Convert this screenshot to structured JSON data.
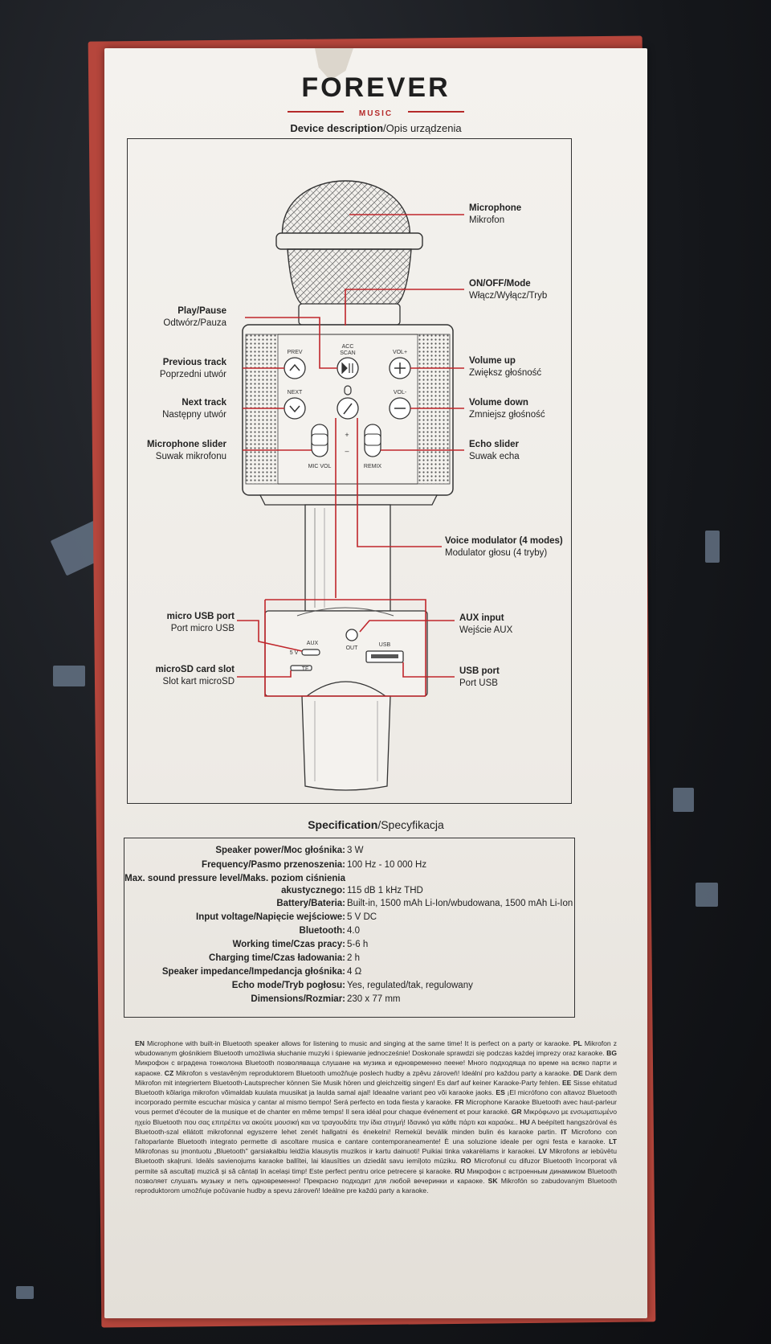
{
  "brand": {
    "name": "FOREVER",
    "sub": "MUSIC"
  },
  "device_section": {
    "title_en": "Device description",
    "title_pl": "Opis urządzenia"
  },
  "labels": {
    "microphone": {
      "en": "Microphone",
      "pl": "Mikrofon"
    },
    "onoff": {
      "en": "ON/OFF/Mode",
      "pl": "Włącz/Wyłącz/Tryb"
    },
    "play": {
      "en": "Play/Pause",
      "pl": "Odtwórz/Pauza"
    },
    "prev": {
      "en": "Previous track",
      "pl": "Poprzedni utwór"
    },
    "volup": {
      "en": "Volume up",
      "pl": "Zwiększ głośność"
    },
    "next": {
      "en": "Next track",
      "pl": "Następny utwór"
    },
    "voldown": {
      "en": "Volume down",
      "pl": "Zmniejsz głośność"
    },
    "micslider": {
      "en": "Microphone slider",
      "pl": "Suwak mikrofonu"
    },
    "echo": {
      "en": "Echo slider",
      "pl": "Suwak echa"
    },
    "voice": {
      "en": "Voice modulator (4 modes)",
      "pl": "Modulator głosu (4 tryby)"
    },
    "microusb": {
      "en": "micro USB port",
      "pl": "Port micro USB"
    },
    "aux": {
      "en": "AUX input",
      "pl": "Wejście AUX"
    },
    "microsd": {
      "en": "microSD card slot",
      "pl": "Slot kart microSD"
    },
    "usb": {
      "en": "USB port",
      "pl": "Port USB"
    }
  },
  "device_marks": {
    "prev": "PREV",
    "acc": "ACC",
    "scan": "SCAN",
    "volplus": "VOL+",
    "next": "NEXT",
    "volminus": "VOL-",
    "plus": "+",
    "minus": "–",
    "micvol": "MIC VOL",
    "remix": "REMIX",
    "aux": "AUX",
    "fivev": "5 V",
    "out": "OUT",
    "usb": "USB",
    "tf": "TF"
  },
  "spec_section": {
    "title_en": "Specification",
    "title_pl": "Specyfikacja"
  },
  "specs": [
    {
      "k": "Speaker power/Moc głośnika:",
      "v": "3 W"
    },
    {
      "k": "Frequency/Pasmo przenoszenia:",
      "v": "100 Hz - 10 000 Hz"
    },
    {
      "k": "Max. sound pressure level/Maks. poziom ciśnienia akustycznego:",
      "v": "115 dB 1 kHz THD"
    },
    {
      "k": "Battery/Bateria:",
      "v": "Built-in, 1500 mAh Li-Ion/wbudowana, 1500 mAh Li-Ion"
    },
    {
      "k": "Input voltage/Napięcie wejściowe:",
      "v": "5 V DC"
    },
    {
      "k": "Bluetooth:",
      "v": "4.0"
    },
    {
      "k": "Working time/Czas pracy:",
      "v": "5-6 h"
    },
    {
      "k": "Charging time/Czas ładowania:",
      "v": "2 h"
    },
    {
      "k": "Speaker impedance/Impedancja głośnika:",
      "v": "4 Ω"
    },
    {
      "k": "Echo mode/Tryb pogłosu:",
      "v": "Yes, regulated/tak, regulowany"
    },
    {
      "k": "Dimensions/Rozmiar:",
      "v": "230 x 77 mm"
    }
  ],
  "description": [
    {
      "lang": "EN",
      "text": "Microphone with built-in Bluetooth speaker allows for listening to music and singing at the same time! It is perfect on a party or karaoke."
    },
    {
      "lang": "PL",
      "text": "Mikrofon z wbudowanym głośnikiem Bluetooth umożliwia słuchanie muzyki i śpiewanie jednocześnie! Doskonale sprawdzi się podczas każdej imprezy oraz karaoke."
    },
    {
      "lang": "BG",
      "text": "Микрофон с вградена тонколона Bluetooth позволяваща слушане на музика и едновременно пеене! Много подходяща по време на всяко парти и караоке."
    },
    {
      "lang": "CZ",
      "text": "Mikrofon s vestavěným reproduktorem Bluetooth umožňuje poslech hudby a zpěvu zároveň! Ideální pro každou party a karaoke."
    },
    {
      "lang": "DE",
      "text": "Dank dem Mikrofon mit integriertem Bluetooth-Lautsprecher können Sie Musik hören und gleichzeitig singen! Es darf auf keiner Karaoke-Party fehlen."
    },
    {
      "lang": "EE",
      "text": "Sisse ehitatud Bluetooth kõlariga mikrofon võimaldab kuulata muusikat ja laulda samal ajal! Ideaalne variant peo või karaoke jaoks."
    },
    {
      "lang": "ES",
      "text": "¡El micrófono con altavoz Bluetooth incorporado permite escuchar música y cantar al mismo tiempo! Será perfecto en toda fiesta y karaoke."
    },
    {
      "lang": "FR",
      "text": "Microphone Karaoke Bluetooth avec haut-parleur vous permet d'écouter de la musique et de chanter en même temps! Il sera idéal pour chaque événement et pour karaoké."
    },
    {
      "lang": "GR",
      "text": "Μικρόφωνο με ενσωματωμένο ηχείο Bluetooth που σας επιτρέπει να ακούτε μουσική και να τραγουδάτε την ίδια στιγμή! Ιδανικό για κάθε πάρτι και καραόκε.."
    },
    {
      "lang": "HU",
      "text": "A beépített hangszóróval és Bluetooth-szal ellátott mikrofonnal egyszerre lehet zenét hallgatni és énekelni! Remekül beválik minden bulin és karaoke partin."
    },
    {
      "lang": "IT",
      "text": "Microfono con l'altoparlante Bluetooth integrato permette di ascoltare musica e cantare contemporaneamente! È una soluzione ideale per ogni festa e karaoke."
    },
    {
      "lang": "LT",
      "text": "Mikrofonas su įmontuotu „Bluetooth\" garsiakalbiu leidžia klausytis muzikos ir kartu dainuoti! Puikiai tinka vakarėliams ir karaokei."
    },
    {
      "lang": "LV",
      "text": "Mikrofons ar iebūvētu Bluetooth skaļruni. Ideāls savienojums karaoke ballītei, lai klausīties un dziedāt savu iemīļoto mūziku."
    },
    {
      "lang": "RO",
      "text": "Microfonul cu difuzor Bluetooth încorporat vă permite să ascultați muzică și să cântați în același timp! Este perfect pentru orice petrecere și karaoke."
    },
    {
      "lang": "RU",
      "text": "Микрофон с встроенным динамиком Bluetooth позволяет слушать музыку и петь одновременно! Прекрасно подходит для любой вечеринки и караоке."
    },
    {
      "lang": "SK",
      "text": "Mikrofón so zabudovaným Bluetooth reproduktorom umožňuje počúvanie hudby a spevu zároveň! Ideálne pre každú party a karaoke."
    }
  ]
}
